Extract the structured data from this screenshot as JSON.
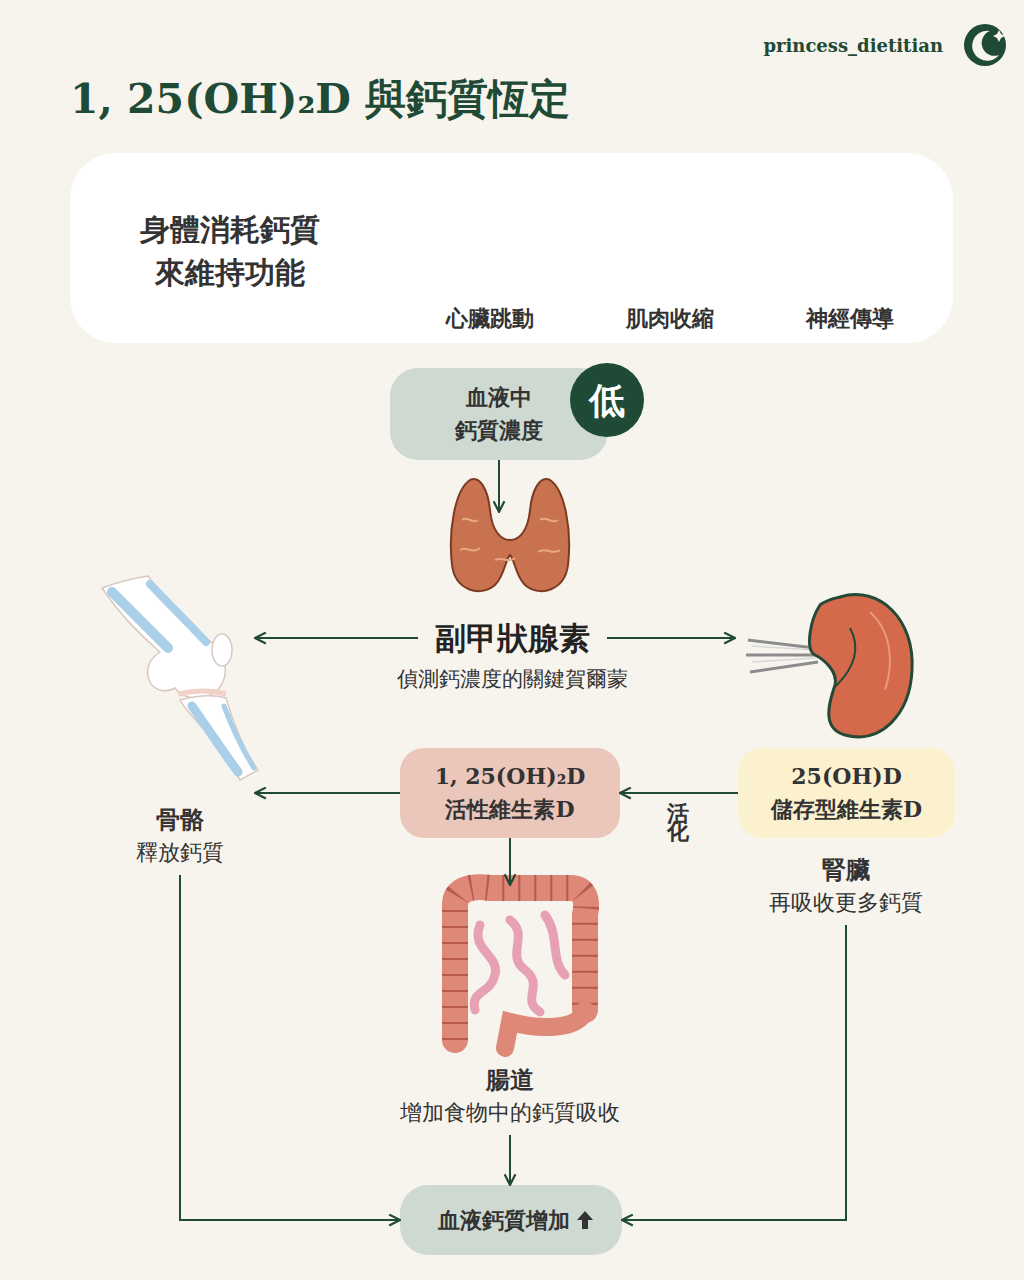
{
  "diagram": {
    "title": "1, 25(OH)₂D 與鈣質恆定",
    "nodes": [
      {
        "text": [
          "身體消耗鈣質 來維持功能",
          "心臟跳動",
          "肌肉收縮",
          "神經傳導"
        ]
      },
      {
        "text": [
          "血液中 鈣質濃度"
        ]
      },
      {
        "text": [
          "低"
        ]
      },
      {
        "text": [
          "副甲狀腺素",
          "偵測鈣濃度的關鍵賀爾蒙"
        ]
      },
      {
        "text": [
          "骨骼",
          "釋放鈣質"
        ]
      },
      {
        "text": [
          "腎臟",
          "再吸收更多鈣質"
        ]
      },
      {
        "text": [
          "25(OH)D 儲存型維生素D"
        ],
        "in": 5
      },
      {
        "text": [
          "1, 25(OH)₂D 活性維生素D"
        ]
      },
      {
        "text": [
          "腸道",
          "增加食物中的鈣質吸收"
        ]
      },
      {
        "text": [
          "血液鈣質增加"
        ]
      }
    ],
    "edges": [
      {
        "from": 1,
        "to": 3,
        "arrow": "to"
      },
      {
        "from": 3,
        "to": 4,
        "arrow": "to"
      },
      {
        "from": 3,
        "to": 5,
        "arrow": "to"
      },
      {
        "from": 6,
        "to": 7,
        "label": "活化",
        "arrow": "to"
      },
      {
        "from": 7,
        "to": 4,
        "arrow": "to"
      },
      {
        "from": 7,
        "to": 8,
        "arrow": "to"
      },
      {
        "from": 8,
        "to": 9,
        "arrow": "to"
      },
      {
        "from": 4,
        "to": 9,
        "arrow": "to"
      },
      {
        "from": 5,
        "to": 9,
        "arrow": "to"
      }
    ],
    "labels": [
      "princess_dietitian"
    ]
  }
}
